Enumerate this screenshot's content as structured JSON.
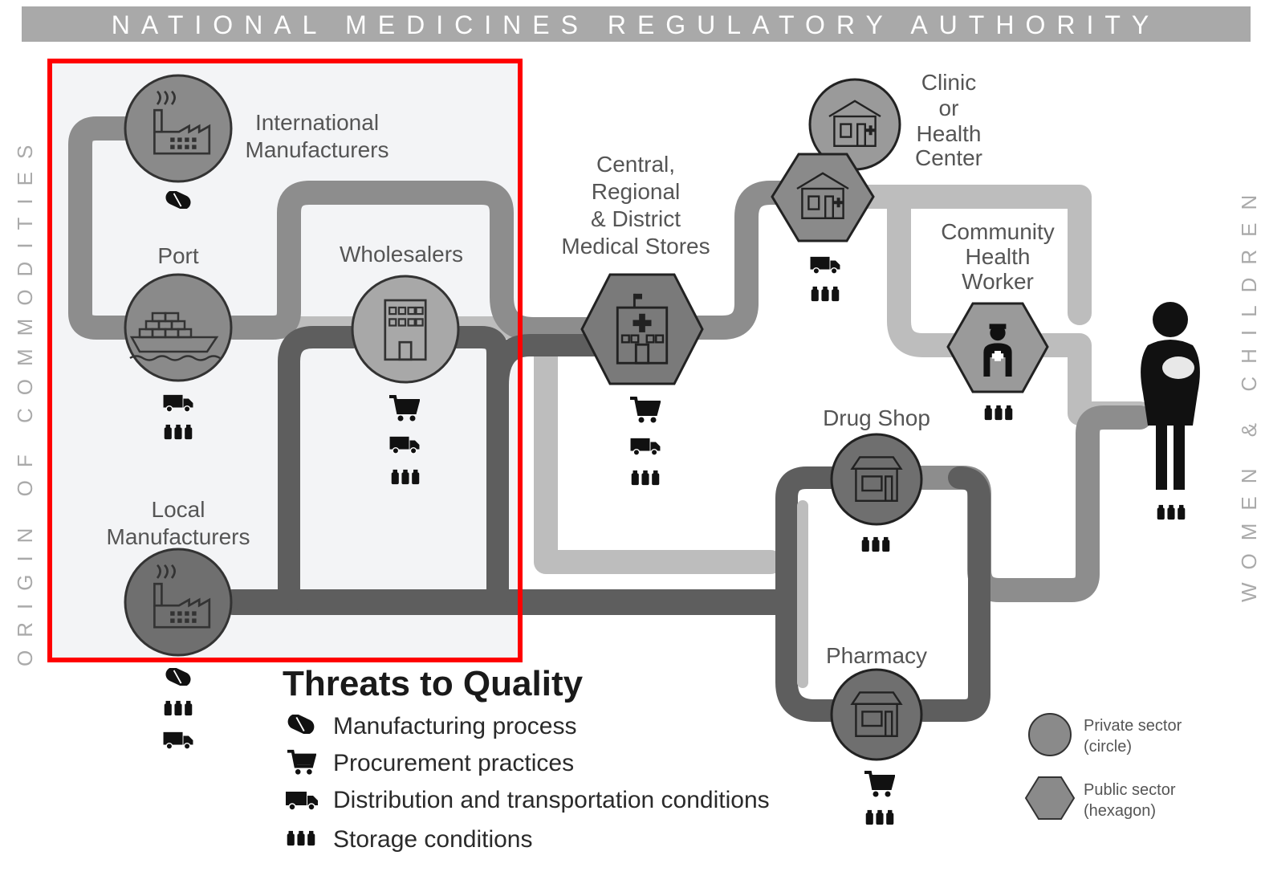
{
  "header": {
    "title": "NATIONAL MEDICINES REGULATORY AUTHORITY"
  },
  "side_labels": {
    "left": "ORIGIN OF COMMODITIES",
    "right": "WOMEN & CHILDREN"
  },
  "nodes": {
    "international_manufacturers": {
      "line1": "International",
      "line2": "Manufacturers",
      "sector": "private",
      "threats": [
        "manufacturing"
      ]
    },
    "port": {
      "label": "Port",
      "sector": "private",
      "threats": [
        "distribution",
        "storage"
      ]
    },
    "wholesalers": {
      "label": "Wholesalers",
      "sector": "private",
      "threats": [
        "procurement",
        "distribution",
        "storage"
      ]
    },
    "local_manufacturers": {
      "line1": "Local",
      "line2": "Manufacturers",
      "sector": "private",
      "threats": [
        "manufacturing",
        "storage",
        "distribution"
      ]
    },
    "medical_stores": {
      "line1": "Central,",
      "line2": "Regional",
      "line3": "& District",
      "line4": "Medical Stores",
      "sector": "public",
      "threats": [
        "procurement",
        "distribution",
        "storage"
      ]
    },
    "clinic": {
      "line1": "Clinic",
      "line2": "or",
      "line3": "Health",
      "line4": "Center",
      "sector": "private+public",
      "threats": [
        "distribution",
        "storage"
      ]
    },
    "chw": {
      "line1": "Community",
      "line2": "Health",
      "line3": "Worker",
      "sector": "public",
      "threats": [
        "storage"
      ]
    },
    "drug_shop": {
      "label": "Drug Shop",
      "sector": "private",
      "threats": [
        "storage"
      ]
    },
    "pharmacy": {
      "label": "Pharmacy",
      "sector": "private",
      "threats": [
        "procurement",
        "storage"
      ]
    },
    "women_children": {
      "threats": [
        "storage"
      ]
    }
  },
  "legend": {
    "title": "Threats to Quality",
    "items": [
      {
        "icon": "pill-icon",
        "label": "Manufacturing process"
      },
      {
        "icon": "cart-icon",
        "label": "Procurement practices"
      },
      {
        "icon": "truck-icon",
        "label": "Distribution and transportation conditions"
      },
      {
        "icon": "bottles-icon",
        "label": "Storage conditions"
      }
    ]
  },
  "sector_key": {
    "private": {
      "line1": "Private sector",
      "line2": "(circle)"
    },
    "public": {
      "line1": "Public sector",
      "line2": "(hexagon)"
    }
  },
  "colors": {
    "header_band": "#a9a9a9",
    "highlight_box": "#ff0000",
    "path_light": "#bdbdbd",
    "path_mid": "#8d8d8d",
    "path_dark": "#5e5e5e",
    "node_light": "#a8a8a8",
    "node_mid": "#8a8a8a",
    "node_dark": "#6f6f6f"
  }
}
